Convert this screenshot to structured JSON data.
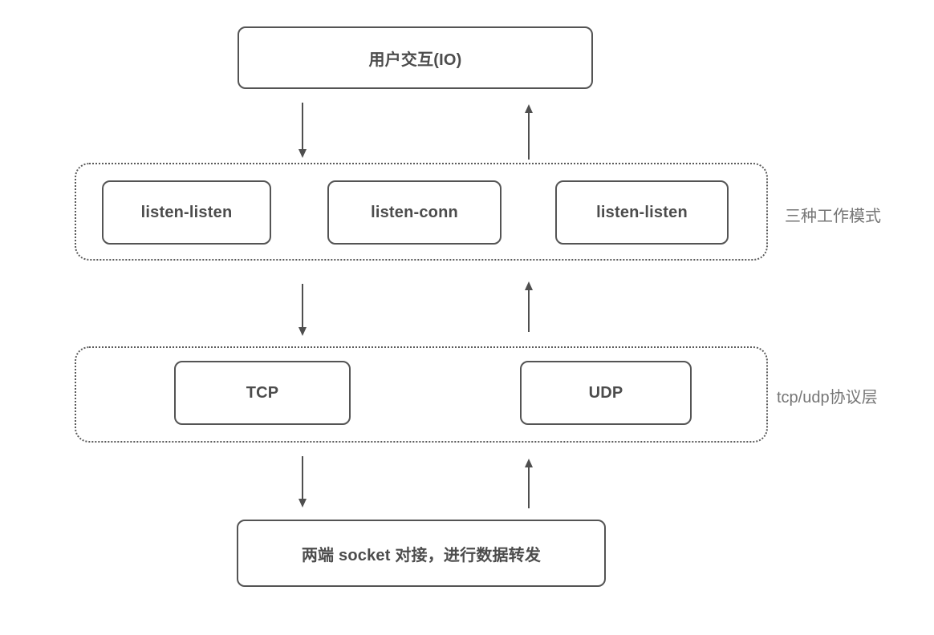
{
  "diagram": {
    "top_box": {
      "label": "用户交互(IO)"
    },
    "modes": {
      "label": "三种工作模式",
      "items": [
        "listen-listen",
        "listen-conn",
        "listen-listen"
      ]
    },
    "protocols": {
      "label": "tcp/udp协议层",
      "items": [
        "TCP",
        "UDP"
      ]
    },
    "bottom_box": {
      "label": "两端 socket 对接，进行数据转发"
    },
    "colors": {
      "node_border": "#545454",
      "node_text": "#4c4c4c",
      "group_border": "#5a5a5a",
      "side_label_text": "#767676",
      "arrow": "#4f4f4f",
      "background": "#ffffff"
    }
  }
}
